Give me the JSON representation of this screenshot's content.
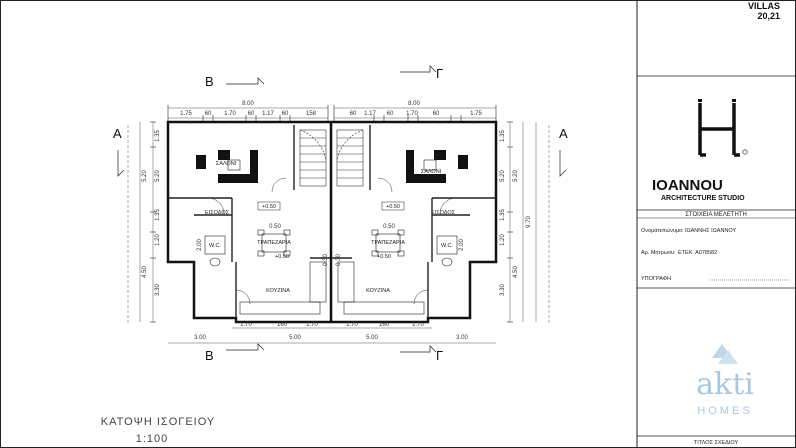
{
  "project": {
    "name_line1": "VILLAS",
    "name_line2": "20,21"
  },
  "studio": {
    "brand": "IOANNOU",
    "subtitle": "ARCHITECTURE STUDIO"
  },
  "title_block": {
    "study_header": "ΣΤΟΙΧΕΙΑ ΜΕΛΕΤΗΤΗ",
    "name_label": "Ονοματεπώνυμο:",
    "name_value": "ΙΩΑΝΝΗΣ ΙΩΑΝΝΟΥ",
    "registry_label": "Αρ. Μητρωου:",
    "registry_value": "ΕΤΕΚ:  Α078582",
    "signature_label": "ΥΠΟΓΡΑΦΗ",
    "drawing_title_label": "ΤΙΤΛΟΣ ΣΧΕΔΙΟΥ"
  },
  "plan": {
    "title": "ΚΑΤΟΨΗ ΙΣΟΓΕΙΟΥ",
    "scale": "1:100",
    "sections": {
      "a_left": "A",
      "a_right": "A",
      "b_top": "B",
      "g_top": "Γ",
      "b_bottom": "B",
      "g_bottom": "Γ"
    },
    "rooms": {
      "living_left": "ΣΑΛΟΝΙ",
      "living_right": "ΣΑΛΟΝΙ",
      "entry_left": "ΕΙΣΟΔΟΣ",
      "entry_right": "ΕΙΣΟΔΟΣ",
      "dining_left": "ΤΡΑΠΕΖΑΡΙΑ",
      "dining_right": "ΤΡΑΠΕΖΑΡΙΑ",
      "kitchen_left": "ΚΟΥΖΙΝΑ",
      "kitchen_right": "ΚΟΥΖΙΝΑ",
      "wc_left": "W.C.",
      "wc_right": "W.C.",
      "level_left": "+0.50",
      "level_right": "+0.50",
      "level_dining_left": "+0.50",
      "level_dining_right": "+0.50"
    },
    "dimensions": {
      "top_total_left": "8.00",
      "top_total_right": "8.00",
      "top_left": [
        "1.75",
        "60",
        "1.70",
        "60",
        "1.17",
        "60",
        "158"
      ],
      "top_right": [
        "60",
        "1.17",
        "60",
        "1.70",
        "60",
        "1.75"
      ],
      "bottom_inner": [
        "1.70",
        "160",
        "1.70",
        "1.70",
        "160",
        "1.70"
      ],
      "bottom_mid_left": [
        "3.00",
        "5.00"
      ],
      "bottom_mid_right": [
        "5.00",
        "3.00"
      ],
      "left_inner": [
        "1.35",
        "5.20",
        "1.35",
        "1.20",
        "3.30"
      ],
      "left_outer": [
        "5.20",
        "4.50"
      ],
      "right_inner": [
        "1.35",
        "5.20",
        "1.35",
        "1.20",
        "3.30"
      ],
      "right_outer": [
        "5.20",
        "9.70",
        "4.50"
      ],
      "misc_left": [
        "2.00",
        "0.50"
      ],
      "misc_right": [
        "2.00",
        "0.50"
      ],
      "small_left": "0.30",
      "small_right": "0.30"
    }
  },
  "watermark": {
    "word": "akti",
    "sub": "HOMES"
  }
}
